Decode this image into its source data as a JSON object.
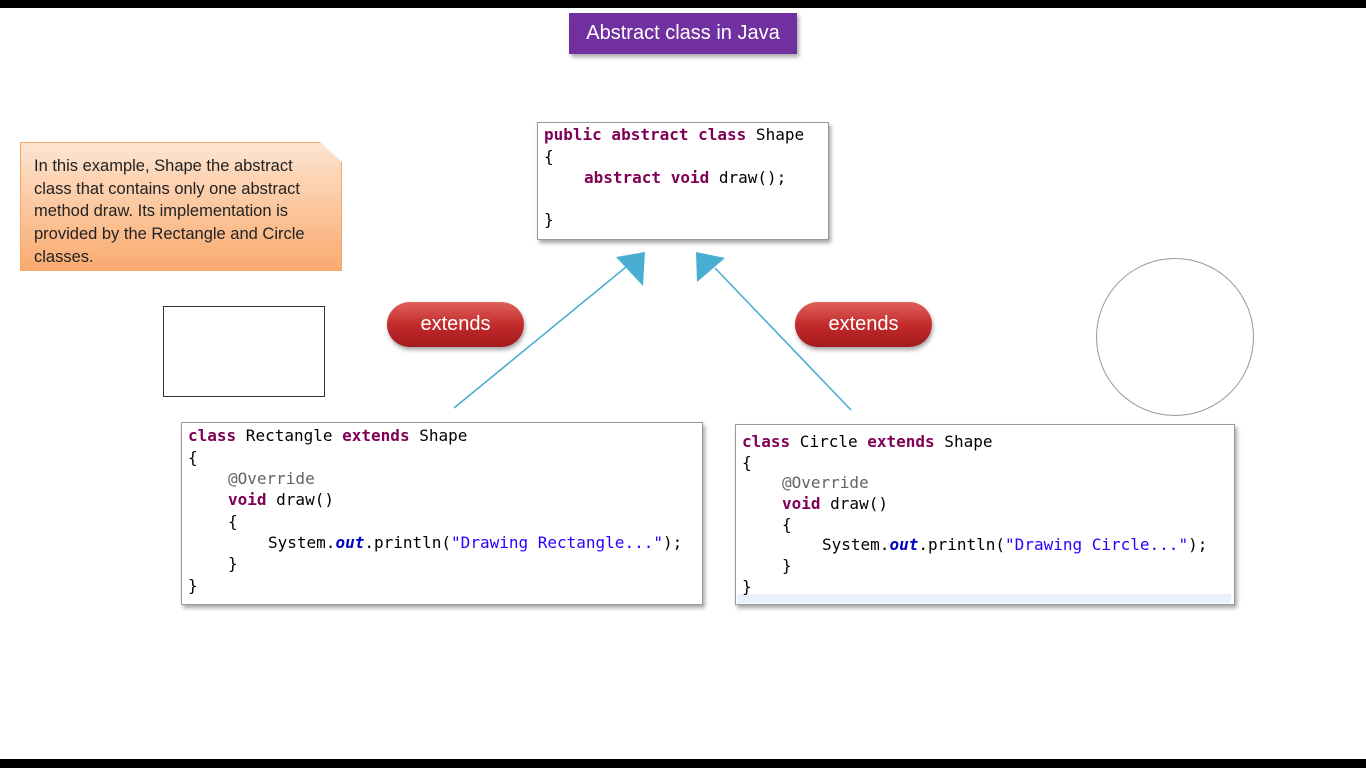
{
  "title": "Abstract class in Java",
  "note": "In this example, Shape the abstract class that contains only one abstract method draw. Its implementation is provided by the Rectangle and Circle classes.",
  "shape_code": {
    "line1": {
      "kw": "public abstract class",
      "rest": " Shape"
    },
    "line2": "{",
    "line3": {
      "kw": "abstract void",
      "rest": " draw();"
    },
    "line4": "}"
  },
  "rectangle_code": {
    "l1a": "class",
    "l1b": " Rectangle ",
    "l1c": "extends",
    "l1d": " Shape",
    "l2": "{",
    "l3": "@Override",
    "l4a": "void",
    "l4b": " draw()",
    "l5": "{",
    "l6a": "System.",
    "l6b": "out",
    "l6c": ".println(",
    "l6d": "\"Drawing Rectangle...\"",
    "l6e": ");",
    "l7": "}",
    "l8": "}"
  },
  "circle_code": {
    "l1a": "class",
    "l1b": " Circle ",
    "l1c": "extends",
    "l1d": " Shape",
    "l2": "{",
    "l3": "@Override",
    "l4a": "void",
    "l4b": " draw()",
    "l5": "{",
    "l6a": "System.",
    "l6b": "out",
    "l6c": ".println(",
    "l6d": "\"Drawing Circle...\"",
    "l6e": ");",
    "l7": "}",
    "l8": "}"
  },
  "extends_left": "extends",
  "extends_right": "extends",
  "colors": {
    "title_bg": "#7030a0",
    "pill": "#c0282a",
    "arrow": "#4aaed2",
    "keyword": "#7f0055",
    "string": "#2a00ff",
    "field": "#0000c0",
    "annotation": "#646464"
  }
}
